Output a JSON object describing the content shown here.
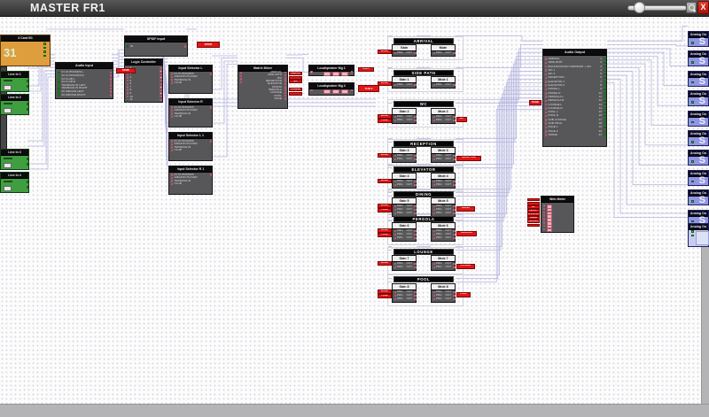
{
  "window": {
    "title": "MASTER FR1",
    "close_label": "X"
  },
  "left_rack": {
    "orange_card": {
      "title": "4 Card B1",
      "big_label": "31"
    },
    "line_inputs": [
      {
        "title": "Line In 1"
      },
      {
        "title": "Line In 2"
      },
      {
        "title": "Line In 3"
      },
      {
        "title": "Line In 4"
      }
    ]
  },
  "spdif": {
    "title": "SPDIF Input",
    "in_label": "IN",
    "tag": "SPDIF"
  },
  "audio_input": {
    "title": "Audio Input",
    "tag": "SPDIF",
    "rows": [
      "01 OUTDOORS L",
      "02 OUTDOORS R",
      "03 CLUB L",
      "04 CLUB R",
      "TERRACE IN LEFT",
      "TERRACE IN RIGHT",
      "05 INDOOR LEFT",
      "06 INDOOR RIGHT"
    ]
  },
  "logic": {
    "title": "Logic Controller",
    "rows": [
      "1",
      "2",
      "3",
      "4",
      "5",
      "6",
      "7",
      "8",
      "9",
      "10",
      "11"
    ]
  },
  "selectors": [
    {
      "title": "Input Selector L"
    },
    {
      "title": "Input Selector R"
    },
    {
      "title": "Input Selector L 1"
    },
    {
      "title": "Input Selector R 1"
    }
  ],
  "selector_rows": [
    "01 OUTDOORS",
    "AMAZON PLAYER",
    "TERRACE IN",
    "CLUB"
  ],
  "matrix": {
    "title": "Matrix Mixer",
    "outputs": [
      "ARRIVAL",
      "SIDE PATH",
      "WC",
      "RECEPTION",
      "ELEVATOR",
      "DINING",
      "PERGOLA",
      "LOUNGE",
      "POOL",
      "PAGE"
    ],
    "tags_a": [
      "ARRIVAL",
      "SIDE PATH",
      "WC"
    ],
    "tags_b": [
      "LOUNGE",
      "POOL"
    ]
  },
  "speaker_mgrs": [
    {
      "title": "Loudspeaker Mg 1",
      "tag": "SUB 1"
    },
    {
      "title": "Loudspeaker Mg 2",
      "tag": "SUB 2"
    }
  ],
  "zone_port_labels": {
    "in": "PRG",
    "out": "OUT"
  },
  "zones": [
    {
      "name": "ARRIVAL",
      "gain": "Gain",
      "mute": "Mute",
      "rows": 1,
      "left_tags": [
        "MUSIC"
      ],
      "right_tag": null
    },
    {
      "name": "SIDE PATH",
      "gain": "Gain 1",
      "mute": "Mute 1",
      "rows": 1,
      "left_tags": [
        "MUSIC"
      ],
      "right_tag": null
    },
    {
      "name": "WC",
      "gain": "Gain 2",
      "mute": "Mute 2",
      "rows": 2,
      "left_tags": [
        "MUSIC",
        "PAGE"
      ],
      "right_tag": "WC"
    },
    {
      "name": "RECEPTION",
      "gain": "Gain 3",
      "mute": "Mute 3",
      "rows": 2,
      "left_tags": [
        "MUSIC"
      ],
      "right_tag": "RECEPTION"
    },
    {
      "name": "ELEVATOR",
      "gain": "Gain 4",
      "mute": "Mute 4",
      "rows": 2,
      "left_tags": [
        "MUSIC"
      ],
      "right_tag": null
    },
    {
      "name": "DINING",
      "gain": "Gain 5",
      "mute": "Mute 5",
      "rows": 3,
      "left_tags": [
        "MUSIC",
        "PAGE"
      ],
      "right_tag": "DINING"
    },
    {
      "name": "PERGOLA",
      "gain": "Gain 6",
      "mute": "Mute 6",
      "rows": 3,
      "left_tags": [
        "MUSIC",
        "PAGE"
      ],
      "right_tag": "PERGOLA"
    },
    {
      "name": "LOUNGE",
      "gain": "Gain 7",
      "mute": "Mute 7",
      "rows": 2,
      "left_tags": [
        "MUSIC"
      ],
      "right_tag": "LOUNGE"
    },
    {
      "name": "POOL",
      "gain": "Gain 8",
      "mute": "Mute 8",
      "rows": 3,
      "left_tags": [
        "MUSIC",
        "PAGE"
      ],
      "right_tag": "POOL"
    }
  ],
  "audio_output": {
    "title": "Audio Output",
    "tag": "PAGE",
    "rows": [
      "ARRIVAL",
      "SIDE PATH",
      "BACKGROUND CORRIDOR + WC",
      "WC 1",
      "WC 2",
      "RECEPTION",
      "ELEVATOR 1",
      "ELEVATOR 2",
      "DINING L",
      "DINING R",
      "PERGOLA L",
      "PERGOLA R",
      "LOUNGE L",
      "LOUNGE R",
      "POOL L",
      "POOL R",
      "SUB LOUNGE",
      "SUB POOL",
      "PAGE 1",
      "PAGE 2",
      "SPARE"
    ]
  },
  "web_meter": {
    "title": "Web Meter",
    "tags": [
      "ARRIVAL",
      "SIDE PATH",
      "WC",
      "RECEPT",
      "ELEVATOR",
      "DINING",
      "PERGOLA",
      "POOL"
    ]
  },
  "analog_cards": {
    "title": "Analog Ou",
    "letter": "S",
    "count": 10,
    "tail_title": "Analog Ou"
  },
  "colors": {
    "accent_red": "#e31414",
    "wire": "#b6b6e0",
    "port_pink": "#f3b3bf",
    "port_green": "#2fae2f",
    "card_purple": "#9095e6"
  }
}
